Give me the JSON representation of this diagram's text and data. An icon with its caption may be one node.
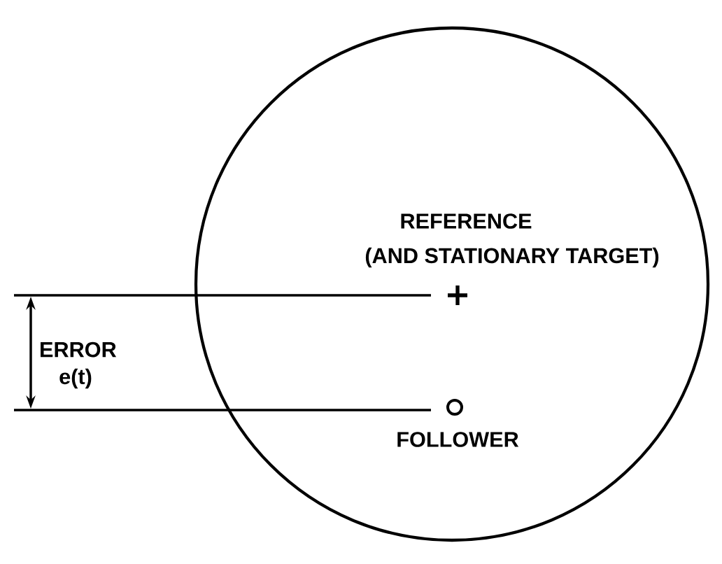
{
  "diagram": {
    "nodes": [
      {
        "text": [],
        "shape": "circle"
      }
    ],
    "labels": [
      "REFERENCE",
      "(AND STATIONARY TARGET)",
      "ERROR e(t)",
      "FOLLOWER"
    ]
  }
}
